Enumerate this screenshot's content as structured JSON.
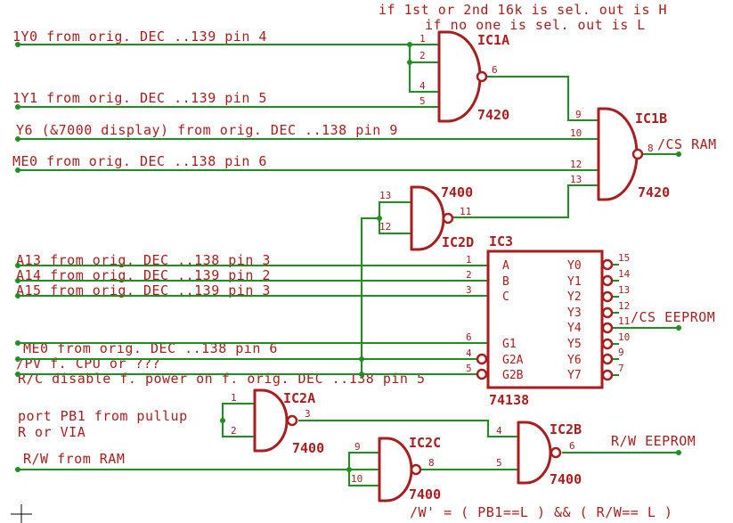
{
  "notes": {
    "line1": "if 1st or 2nd 16k is sel. out is H",
    "line2": "if no one is sel.  out is L",
    "equation": "/W' =  ( PB1==L ) && ( R/W== L )"
  },
  "signals": {
    "y0": "1Y0 from orig. DEC ..139 pin 4",
    "y1": "1Y1 from orig. DEC ..139 pin 5",
    "y6": "Y6 (&7000 display) from orig. DEC ..138 pin 9",
    "me0": "ME0 from orig. DEC ..138 pin 6",
    "a13": "A13 from orig. DEC ..138 pin 3",
    "a14": "A14 from orig. DEC ..139 pin 2",
    "a15": "A15 from orig. DEC ..139 pin 3",
    "me0b": "ME0 from orig. DEC ..138 pin 6",
    "pv": "/PV f. CPU or ???",
    "rc": "R/C disable f. power on f. orig. DEC ..138 pin 5",
    "pb1_line1": "port PB1 from pullup",
    "pb1_line2": "R or VIA",
    "rw": "R/W from RAM",
    "cs_ram": "/CS RAM",
    "cs_eeprom": "/CS EEPROM",
    "rw_eeprom": "R/W  EEPROM"
  },
  "components": {
    "ic1a": {
      "name": "IC1A",
      "type": "7420",
      "pins": [
        "1",
        "2",
        "4",
        "5",
        "6"
      ]
    },
    "ic1b": {
      "name": "IC1B",
      "type": "7420",
      "pins": [
        "9",
        "10",
        "12",
        "13",
        "8"
      ]
    },
    "ic2d": {
      "name": "IC2D",
      "type": "7400",
      "pins": [
        "13",
        "12",
        "11"
      ]
    },
    "ic3": {
      "name": "IC3",
      "type": "74138",
      "input_pins": [
        "1",
        "2",
        "3",
        "6",
        "4",
        "5"
      ],
      "input_labels": [
        "A",
        "B",
        "C",
        "G1",
        "G2A",
        "G2B"
      ],
      "output_labels": [
        "Y0",
        "Y1",
        "Y2",
        "Y3",
        "Y4",
        "Y5",
        "Y6",
        "Y7"
      ],
      "output_pins": [
        "15",
        "14",
        "13",
        "12",
        "11",
        "10",
        "9",
        "7"
      ]
    },
    "ic2a": {
      "name": "IC2A",
      "type": "7400",
      "pins": [
        "1",
        "2",
        "3"
      ]
    },
    "ic2b": {
      "name": "IC2B",
      "type": "7400",
      "pins": [
        "4",
        "5",
        "6"
      ]
    },
    "ic2c": {
      "name": "IC2C",
      "type": "7400",
      "pins": [
        "9",
        "10",
        "8"
      ]
    }
  },
  "colors": {
    "wire": "#1f8f1f",
    "component": "#a81e1e",
    "background": "#ffffff"
  }
}
